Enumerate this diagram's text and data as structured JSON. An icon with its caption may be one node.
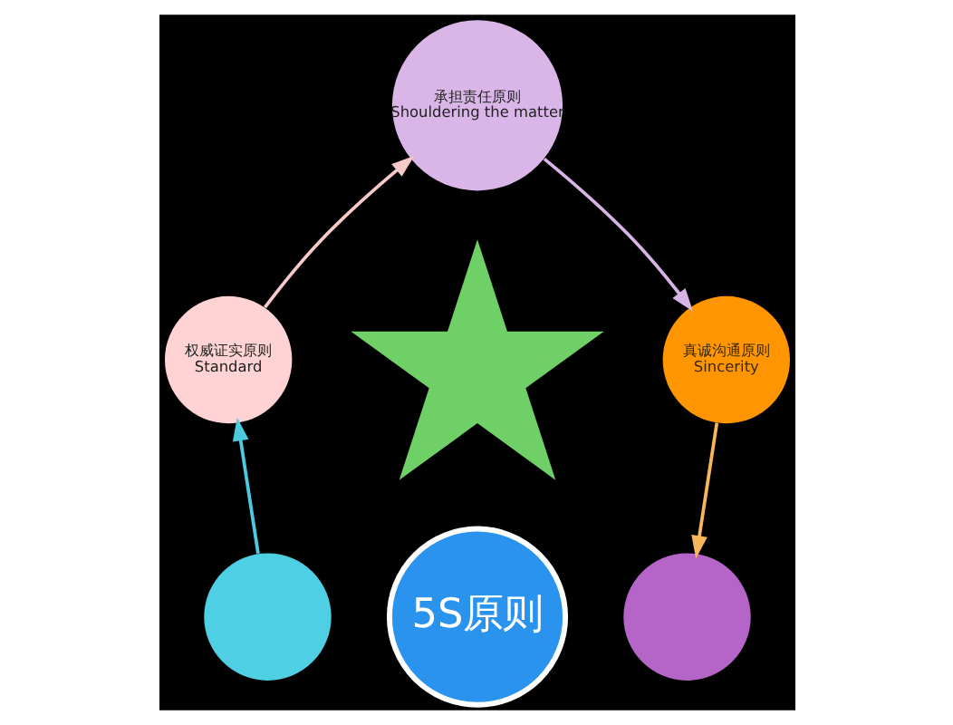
{
  "diagram": {
    "nodes": [
      {
        "text": [
          "承担责任原则",
          "Shouldering the matter"
        ]
      },
      {
        "text": [
          "真诚沟通原则",
          "Sincerity"
        ]
      },
      {
        "text": [],
        "shape": "circle"
      },
      {
        "text": [],
        "shape": "circle"
      },
      {
        "text": [
          "权威证实原则",
          "Standard"
        ]
      },
      {
        "text": [],
        "shape": "star"
      },
      {
        "text": [
          "5S原则"
        ]
      }
    ],
    "edges": [
      {
        "from": 4,
        "to": 0,
        "arrow": "to",
        "color": "#f9c9c9"
      },
      {
        "from": 0,
        "to": 1,
        "arrow": "to",
        "color": "#d7b3e6"
      },
      {
        "from": 1,
        "to": 3,
        "arrow": "to",
        "color": "#f7b65a"
      },
      {
        "from": 2,
        "to": 4,
        "arrow": "to",
        "color": "#4ccbe0"
      }
    ]
  }
}
